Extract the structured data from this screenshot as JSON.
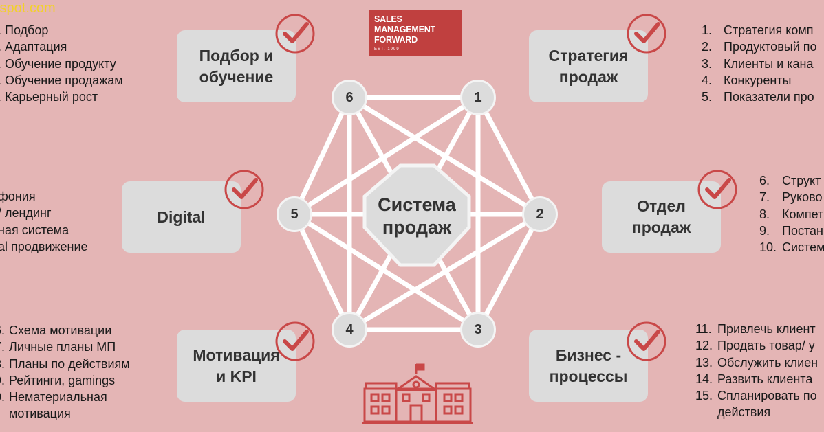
{
  "watermark": "tspot.com",
  "logo": {
    "line1": "SALES",
    "line2": "MANAGEMENT",
    "line3": "FORWARD",
    "est": "EST. 1999",
    "color": "#c0403f"
  },
  "center": {
    "title": "Система\nпродаж"
  },
  "colors": {
    "background": "#e4b5b5",
    "box": "#dcdcdc",
    "check_red": "#c94848",
    "lines": "#ffffff"
  },
  "nodes": [
    {
      "id": "1",
      "label": "1"
    },
    {
      "id": "2",
      "label": "2"
    },
    {
      "id": "3",
      "label": "3"
    },
    {
      "id": "4",
      "label": "4"
    },
    {
      "id": "5",
      "label": "5"
    },
    {
      "id": "6",
      "label": "6"
    }
  ],
  "boxes": {
    "recruit": "Подбор и\nобучение",
    "strategy": "Стратегия\nпродаж",
    "dept": "Отдел\nпродаж",
    "digital": "Digital",
    "motivation": "Мотивация\nи KPI",
    "business": "Бизнес -\nпроцессы"
  },
  "lists": {
    "recruit": [
      {
        "num": ".",
        "text": "Подбор"
      },
      {
        "num": ".",
        "text": "Адаптация"
      },
      {
        "num": ".",
        "text": "Обучение продукту"
      },
      {
        "num": ".",
        "text": "Обучение продажам"
      },
      {
        "num": ".",
        "text": "Карьерный рост"
      }
    ],
    "strategy": [
      {
        "num": "1.",
        "text": "Стратегия комп"
      },
      {
        "num": "2.",
        "text": "Продуктовый по"
      },
      {
        "num": "3.",
        "text": "Клиенты и кана"
      },
      {
        "num": "4.",
        "text": "Конкуренты"
      },
      {
        "num": "5.",
        "text": "Показатели про"
      }
    ],
    "dept": [
      {
        "num": "6.",
        "text": "Структ"
      },
      {
        "num": "7.",
        "text": "Руково"
      },
      {
        "num": "8.",
        "text": "Компет"
      },
      {
        "num": "9.",
        "text": "Постан"
      },
      {
        "num": "10.",
        "text": "Систем"
      }
    ],
    "digital": [
      {
        "num": "",
        "text": "фония"
      },
      {
        "num": "",
        "text": "/ лендинг"
      },
      {
        "num": "",
        "text": "ная система"
      },
      {
        "num": "",
        "text": "al продвижение"
      }
    ],
    "motivation": [
      {
        "num": "6.",
        "text": "Схема мотивации"
      },
      {
        "num": "7.",
        "text": "Личные планы МП"
      },
      {
        "num": "8.",
        "text": "Планы по действиям"
      },
      {
        "num": "9.",
        "text": "Рейтинги, gamings"
      },
      {
        "num": "0.",
        "text": "Нематериальная"
      },
      {
        "num": "",
        "text": "мотивация"
      }
    ],
    "business": [
      {
        "num": "11.",
        "text": "Привлечь клиент"
      },
      {
        "num": "12.",
        "text": "Продать товар/ у"
      },
      {
        "num": "13.",
        "text": "Обслужить клиен"
      },
      {
        "num": "14.",
        "text": "Развить клиента"
      },
      {
        "num": "15.",
        "text": "Спланировать по"
      },
      {
        "num": "",
        "text": "действия"
      }
    ]
  },
  "icons": {
    "check": "check-circle-icon",
    "building": "school-building-icon"
  }
}
